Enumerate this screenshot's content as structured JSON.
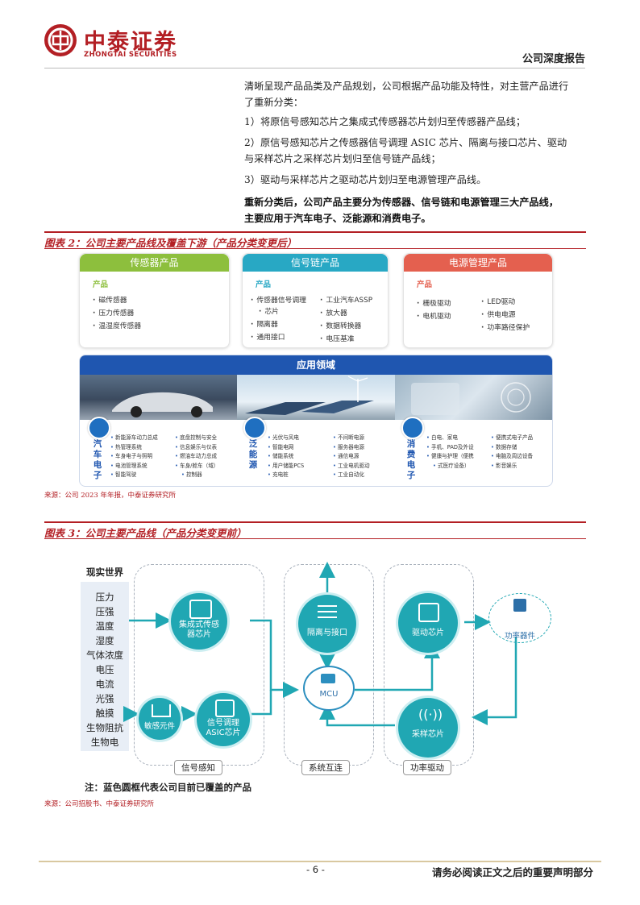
{
  "header": {
    "logo_cn": "中泰证券",
    "logo_en": "ZHONGTAI SECURITIES",
    "doc_type": "公司深度报告"
  },
  "body": {
    "p1_line1": "清晰呈现产品品类及产品规划，公司根据产品功能及特性，对主营产品进行",
    "p1_line2": "了重新分类：",
    "p2": "1）将原信号感知芯片之集成式传感器芯片划归至传感器产品线；",
    "p3_line1": "2）原信号感知芯片之传感器信号调理 ASIC 芯片、隔离与接口芯片、驱动",
    "p3_line2": "与采样芯片之采样芯片划归至信号链产品线；",
    "p4": "3）驱动与采样芯片之驱动芯片划归至电源管理产品线。",
    "p5_line1": "重新分类后，公司产品主要分为传感器、信号链和电源管理三大产品线，",
    "p5_line2": "主要应用于汽车电子、泛能源和消费电子。"
  },
  "fig2": {
    "title": "图表 2：公司主要产品线及覆盖下游（产品分类变更后）",
    "source": "来源：公司 2023 年年报，中泰证券研究所",
    "cards": [
      {
        "head": "传感器产品",
        "sub": "产品",
        "items": [
          "磁传感器",
          "压力传感器",
          "温湿度传感器"
        ]
      },
      {
        "head": "信号链产品",
        "sub": "产品",
        "items": [
          "传感器信号调理",
          "芯片",
          "隔离器",
          "通用接口",
          "工业汽车ASSP",
          "放大器",
          "数据转换器",
          "电压基准"
        ]
      },
      {
        "head": "电源管理产品",
        "sub": "产品",
        "items": [
          "栅极驱动",
          "电机驱动",
          "LED驱动",
          "供电电源",
          "功率路径保护"
        ]
      }
    ],
    "app_head": "应用领域",
    "apps": [
      {
        "label": "汽车电子",
        "col1": [
          "新能源车动力总成",
          "热管理系统",
          "车身电子与照明",
          "电池管理系统",
          "智能驾驶"
        ],
        "col2": [
          "底盘控制与安全",
          "信息娱乐与仪表",
          "燃油车动力总成",
          "车身/舱车（域）",
          "控制器"
        ]
      },
      {
        "label": "泛能源",
        "col1": [
          "光伏与风电",
          "智能电网",
          "储能系统",
          "用户储能PCS",
          "充电桩"
        ],
        "col2": [
          "不间断电源",
          "服务器电源",
          "通信电源",
          "工业电机驱动",
          "工业自动化"
        ]
      },
      {
        "label": "消费电子",
        "col1": [
          "白电、家电",
          "手机、PAD及外设",
          "健康与护理（便携",
          "式医疗设备）"
        ],
        "col2": [
          "便携式电子产品",
          "数据存储",
          "电脑及周边设备",
          "影音娱乐"
        ]
      }
    ]
  },
  "fig3": {
    "title": "图表 3：公司主要产品线（产品分类变更前）",
    "source": "来源：公司招股书、中泰证券研究所",
    "world_title": "现实世界",
    "world_items": [
      "压力",
      "压强",
      "温度",
      "湿度",
      "气体浓度",
      "电压",
      "电流",
      "光强",
      "触摸",
      "生物阻抗",
      "生物电"
    ],
    "nodes": {
      "integrated": "集成式传感\n器芯片",
      "sensitive": "敏感元件",
      "asic": "信号调理\nASIC芯片",
      "isolation": "隔离与接口",
      "mcu": "MCU",
      "driver": "驱动芯片",
      "sampling": "采样芯片",
      "power": "功率器件"
    },
    "groups": [
      "信号感知",
      "系统互连",
      "功率驱动"
    ],
    "note": "注：蓝色圆框代表公司目前已覆盖的产品"
  },
  "footer": {
    "page": "- 6 -",
    "disclaimer": "请务必阅读正文之后的重要声明部分"
  },
  "colors": {
    "brand_red": "#b31f24",
    "teal": "#20a7b3",
    "blue": "#1f56b0"
  }
}
